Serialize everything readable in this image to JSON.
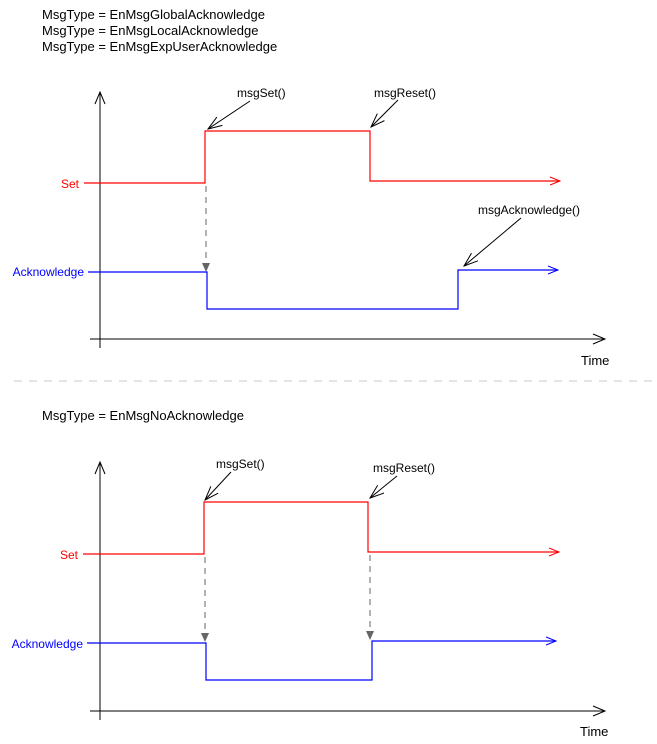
{
  "top_diagram": {
    "title_lines": [
      "MsgType = EnMsgGlobalAcknowledge",
      "MsgType = EnMsgLocalAcknowledge",
      "MsgType = EnMsgExpUserAcknowledge"
    ],
    "set_label": "Set",
    "ack_label": "Acknowledge",
    "time_label": "Time",
    "annotations": {
      "msg_set": "msgSet()",
      "msg_reset": "msgReset()",
      "msg_acknowledge": "msgAcknowledge()"
    }
  },
  "bottom_diagram": {
    "title_lines": [
      "MsgType = EnMsgNoAcknowledge"
    ],
    "set_label": "Set",
    "ack_label": "Acknowledge",
    "time_label": "Time",
    "annotations": {
      "msg_set": "msgSet()",
      "msg_reset": "msgReset()"
    }
  },
  "colors": {
    "set_signal": "#ff0000",
    "ack_signal": "#0000ff",
    "axis": "#000000",
    "dependency_arrow": "#666666",
    "separator": "#c8c8c8"
  }
}
